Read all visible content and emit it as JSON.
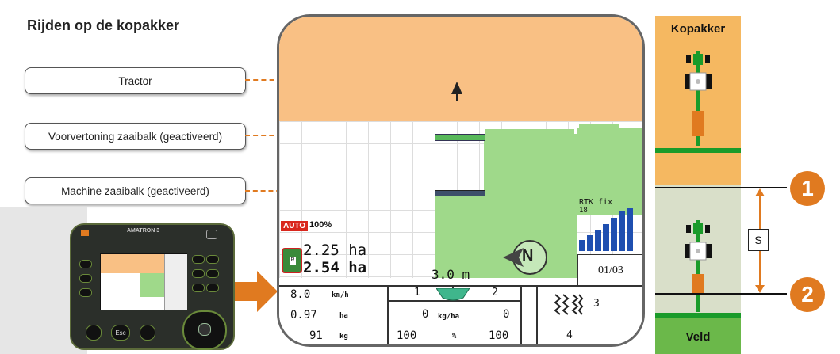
{
  "title": "Rijden op de kopakker",
  "callouts": {
    "tractor": "Tractor",
    "preview": "Voorvertoning zaaibalk (geactiveerd)",
    "machine": "Machine zaaibalk (geactiveerd)"
  },
  "terminal": {
    "brand": "AMATRON 3",
    "esc_label": "Esc"
  },
  "screen": {
    "auto_badge": "AUTO",
    "auto_percent": "100%",
    "area_1": "2.25 ha",
    "area_2": "2.54 ha",
    "width": "3.0 m",
    "rtk_label": "RTK fix",
    "rtk_number": "18",
    "page": "01/03",
    "compass": "N",
    "table": {
      "speed": "8.0",
      "speed_unit": "km/h",
      "area": "0.97",
      "area_unit": "ha",
      "weight": "91",
      "weight_unit": "kg",
      "section_left": "1",
      "section_right": "2",
      "rate": "0",
      "rate_unit": "kg/ha",
      "rate_right": "0",
      "percent_left": "100",
      "percent_unit": "%",
      "percent_right": "100",
      "tramline_number": "3",
      "tramline_bottom": "4"
    }
  },
  "side": {
    "headland_label": "Kopakker",
    "field_label": "Veld",
    "distance_label": "S",
    "badge_1": "1",
    "badge_2": "2"
  },
  "colors": {
    "headland": "#f9c084",
    "field_green": "#9fd98a",
    "side_orange": "#f5b861",
    "side_field": "#d9dfc9",
    "accent": "#e07a20"
  }
}
